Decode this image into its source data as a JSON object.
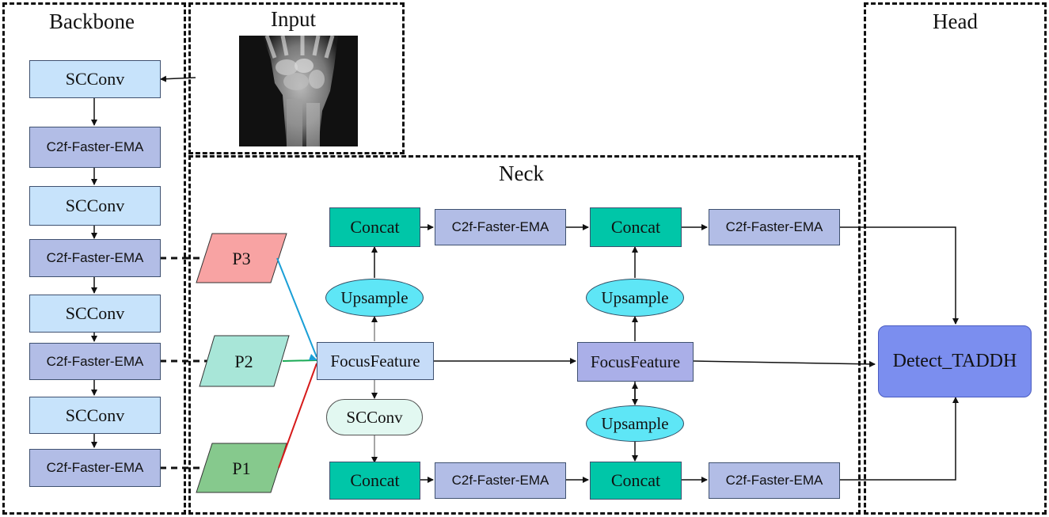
{
  "regions": {
    "backbone": "Backbone",
    "input": "Input",
    "neck": "Neck",
    "head": "Head"
  },
  "backbone_blocks": [
    "SCConv",
    "C2f-Faster-EMA",
    "SCConv",
    "C2f-Faster-EMA",
    "SCConv",
    "C2f-Faster-EMA",
    "SCConv",
    "C2f-Faster-EMA"
  ],
  "features": {
    "p3": "P3",
    "p2": "P2",
    "p1": "P1"
  },
  "neck": {
    "concat_top_left": "Concat",
    "c2f_top_left": "C2f-Faster-EMA",
    "concat_top_right": "Concat",
    "c2f_top_right": "C2f-Faster-EMA",
    "upsample_left": "Upsample",
    "upsample_right_top": "Upsample",
    "focus_left": "FocusFeature",
    "focus_right": "FocusFeature",
    "scconv_mid": "SCConv",
    "upsample_right_bottom": "Upsample",
    "concat_bottom_left": "Concat",
    "c2f_bottom_left": "C2f-Faster-EMA",
    "concat_bottom_right": "Concat",
    "c2f_bottom_right": "C2f-Faster-EMA"
  },
  "head": {
    "detect": "Detect_TADDH"
  },
  "colors": {
    "scconv": "#c7e3fb",
    "c2f": "#b2bde6",
    "concat": "#00c6a8",
    "upsample": "#5ee6f6",
    "p3": "#f8a3a3",
    "p2": "#a8e6d8",
    "p1": "#86c98d",
    "p3_line": "#1a9fd6",
    "p2_line": "#1aaa55",
    "p1_line": "#d61a1a",
    "detect": "#7b8eef"
  }
}
